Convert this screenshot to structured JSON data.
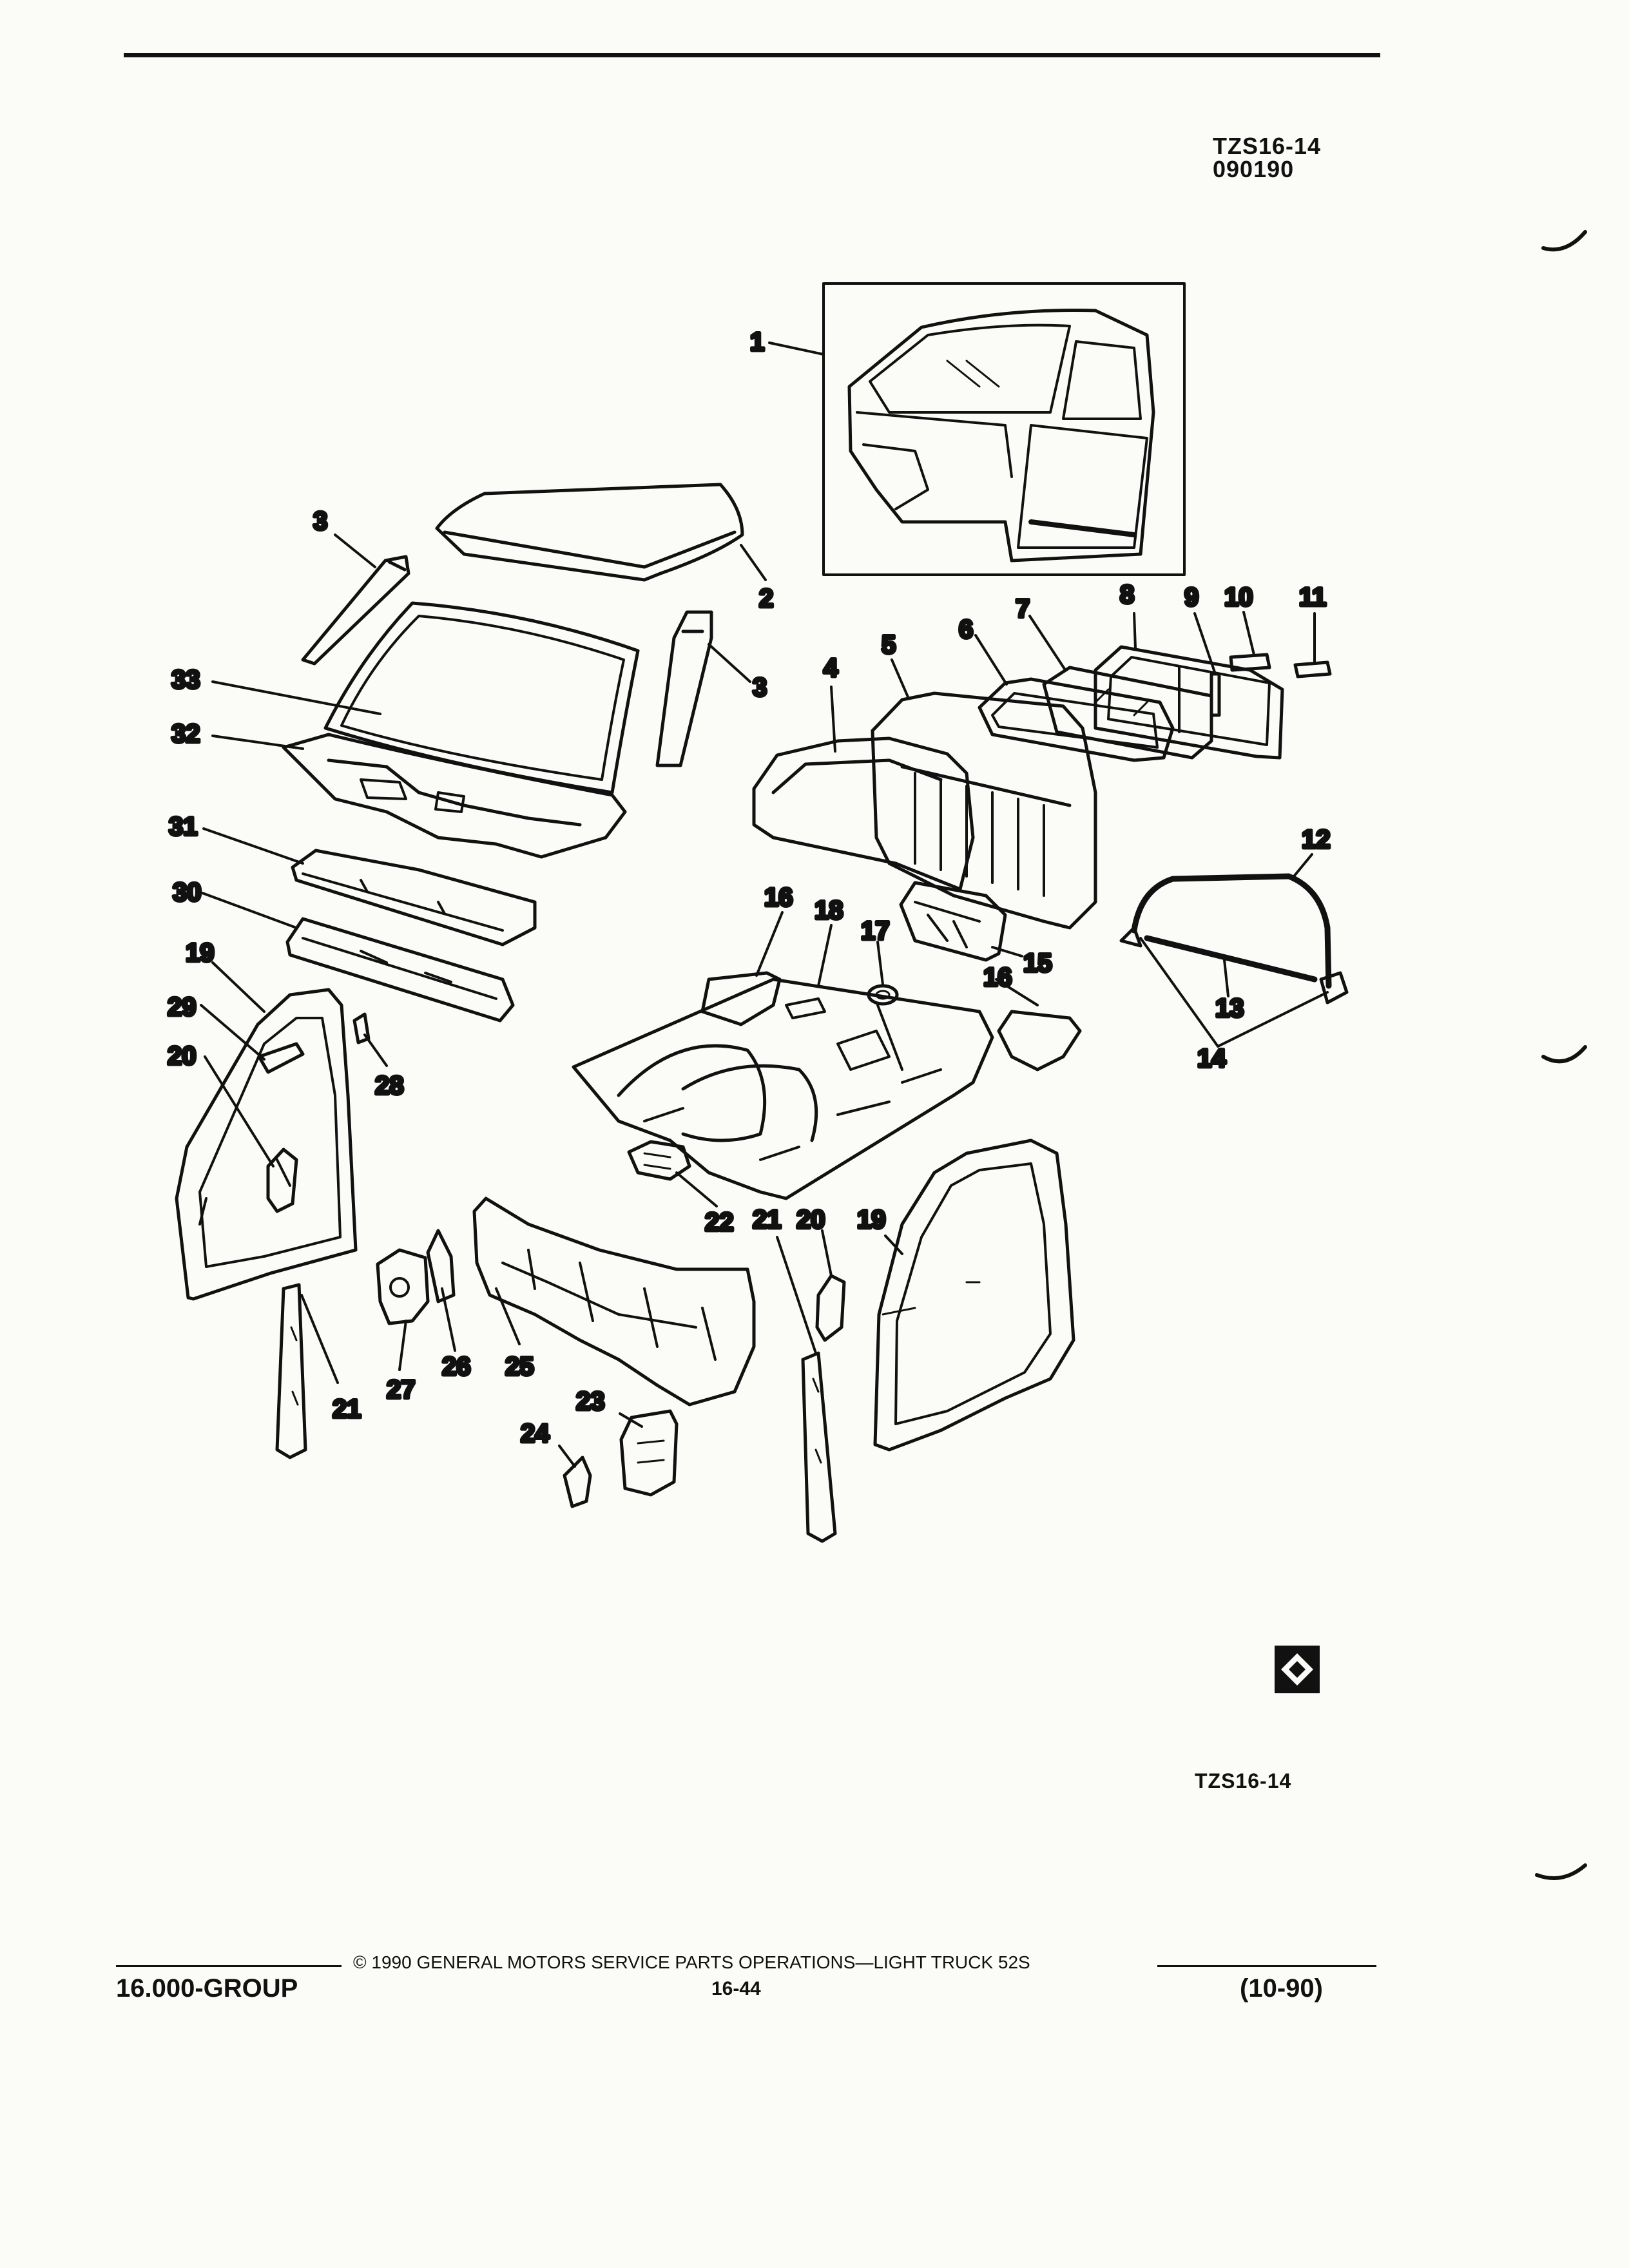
{
  "header": {
    "figure_code": "TZS16-14",
    "date_code": "090190"
  },
  "callouts": [
    "1",
    "2",
    "3",
    "3",
    "4",
    "5",
    "6",
    "7",
    "8",
    "9",
    "10",
    "11",
    "12",
    "13",
    "14",
    "15",
    "16",
    "16",
    "17",
    "18",
    "19",
    "19",
    "20",
    "20",
    "21",
    "21",
    "22",
    "23",
    "24",
    "25",
    "26",
    "27",
    "28",
    "29",
    "30",
    "31",
    "32",
    "33"
  ],
  "figure_tag": "TZS16-14",
  "footer": {
    "copyright": "© 1990  GENERAL MOTORS SERVICE PARTS OPERATIONS—LIGHT TRUCK 52S",
    "group": "16.000-GROUP",
    "page": "16-44",
    "revision": "(10-90)"
  }
}
